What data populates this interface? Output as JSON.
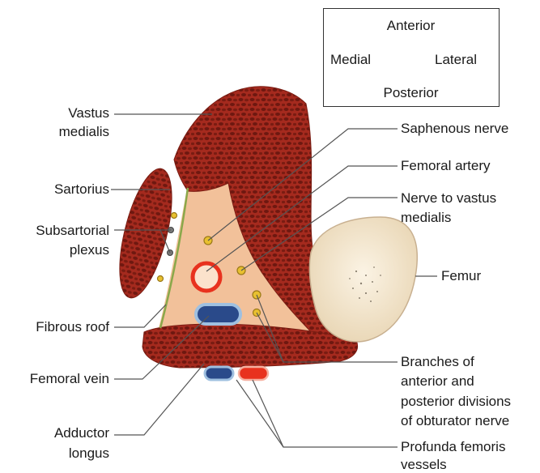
{
  "orientation": {
    "anterior": "Anterior",
    "posterior": "Posterior",
    "medial": "Medial",
    "lateral": "Lateral"
  },
  "labels": {
    "vastus_medialis_1": "Vastus",
    "vastus_medialis_2": "medialis",
    "sartorius": "Sartorius",
    "subsartorial_1": "Subsartorial",
    "subsartorial_2": "plexus",
    "fibrous_roof": "Fibrous roof",
    "femoral_vein": "Femoral vein",
    "adductor_1": "Adductor",
    "adductor_2": "longus",
    "saphenous_nerve": "Saphenous nerve",
    "femoral_artery": "Femoral artery",
    "nerve_vm_1": "Nerve to vastus",
    "nerve_vm_2": "medialis",
    "femur": "Femur",
    "obturator_1": "Branches of",
    "obturator_2": "anterior and",
    "obturator_3": "posterior divisions",
    "obturator_4": "of obturator nerve",
    "profunda_1": "Profunda femoris",
    "profunda_2": "vessels"
  },
  "colors": {
    "muscle": "#a52a1e",
    "muscle_fiber": "#6e1810",
    "canal": "#f2c19a",
    "artery": "#e8321e",
    "vein": "#2a4a8a",
    "vein_sheath": "#9fc0e0",
    "nerve": "#e8c030",
    "bone": "#f3e6cf",
    "fibrous_roof": "#8aa84a",
    "leader": "#555555"
  }
}
